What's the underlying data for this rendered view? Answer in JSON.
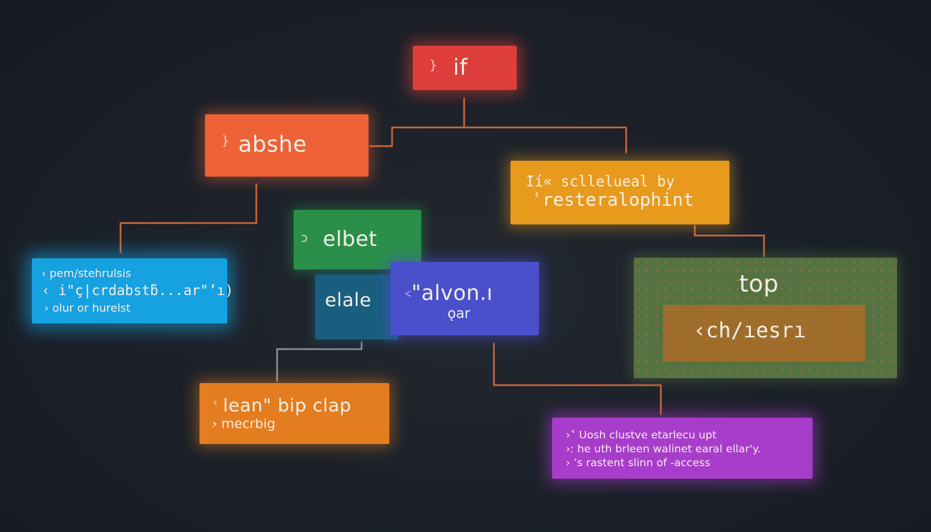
{
  "colors": {
    "background": "#1b2028",
    "connector": "#c8663a",
    "connector_grey": "#8a8f96",
    "text": "#f3efe6"
  },
  "nodes": {
    "if": {
      "glyph": "}",
      "title": "if",
      "color": "#d8403d"
    },
    "abshe": {
      "glyph": "}",
      "title": "abshe",
      "color": "#e8643a"
    },
    "sch": {
      "line1": "Ií« scllelueal by",
      "line2": "ʿresteralophint",
      "color": "#e59a23"
    },
    "blue": {
      "line1": "‹ pem/stehrulsis",
      "line2": "‹ i\"ç|crdabstƃ...ar\"’ı)",
      "line3": "› olur or hurelst",
      "color": "#1ba0dc"
    },
    "elbet": {
      "glyph": "ɔ",
      "title": "elbet",
      "color": "#2e8f4b"
    },
    "elale": {
      "title": "elale",
      "color": "#1c5d7d"
    },
    "alvon": {
      "glyph": "˂",
      "title": "\"alvon.ı",
      "subtitle": "ǫar",
      "color": "#4b4fc6"
    },
    "top": {
      "title": "top",
      "inner": "‹ch/ıesrı",
      "color": "#567344",
      "inner_color": "#9c6d2e"
    },
    "clap": {
      "glyph": "‹",
      "title": "lean\" bip clap",
      "subtitle": "› mecrbig",
      "color": "#e07e24"
    },
    "purple": {
      "line1": "›˂ Uosh clustve etarlecu upt",
      "line2": "›ː he uth brleen walinet earal ellar'y.",
      "line3": "›  ’s rastent slinn of ‑access",
      "color": "#a43ec6"
    }
  }
}
